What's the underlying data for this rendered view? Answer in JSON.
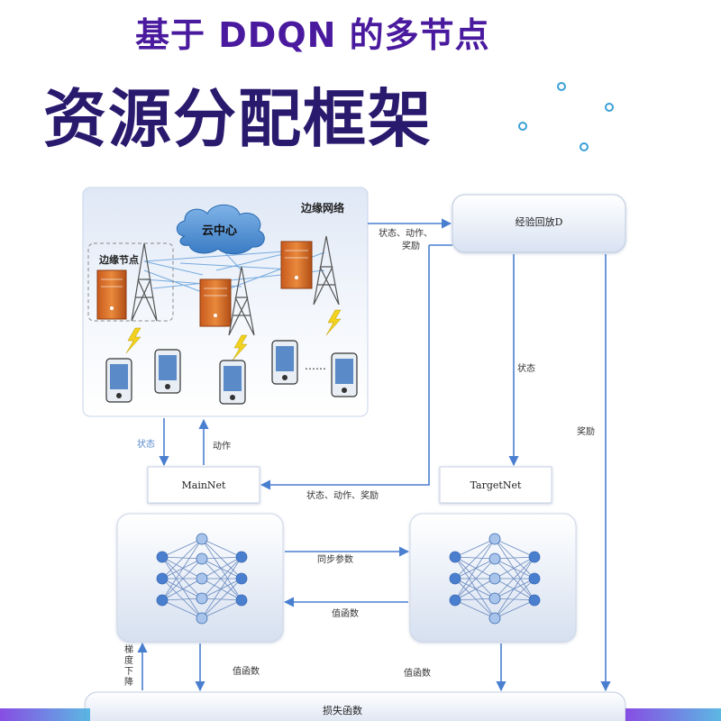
{
  "title": {
    "line1": "基于 DDQN 的多节点",
    "line2": "资源分配框架"
  },
  "edge_network": {
    "label": "边缘网络",
    "cloud_label": "云中心",
    "node_label": "边缘节点",
    "dots": "……"
  },
  "boxes": {
    "replay": "经验回放D",
    "mainnet": "MainNet",
    "targetnet": "TargetNet",
    "loss": "损失函数"
  },
  "arrows": {
    "to_replay": "状态、动作、",
    "to_replay_2": "奖励",
    "state_down": "状态",
    "reward_down": "奖励",
    "state_up": "状态",
    "action": "动作",
    "to_mainnet": "状态、动作、奖励",
    "sync": "同步参数",
    "q_value_mid": "值函数",
    "q_value_left": "值函数",
    "q_value_right": "值函数",
    "gradient": "梯度下降"
  },
  "colors": {
    "title_primary": "#4a1a9e",
    "title_secondary": "#2a1a6e",
    "accent_line": "#4a7fd0",
    "node_blue": "#4a7fd0"
  }
}
